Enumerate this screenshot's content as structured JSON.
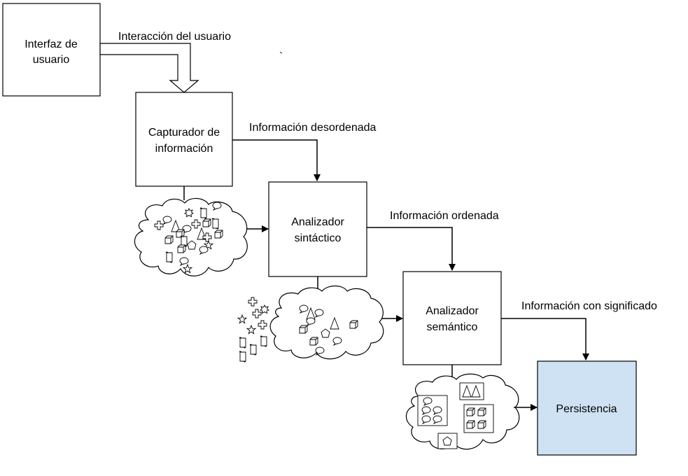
{
  "nodes": {
    "ui": [
      "Interfaz de",
      "usuario"
    ],
    "capture": [
      "Capturador de",
      "información"
    ],
    "syntax": [
      "Analizador",
      "sintáctico"
    ],
    "semantic": [
      "Analizador",
      "semántico"
    ],
    "persistence": [
      "Persistencia"
    ]
  },
  "edges": {
    "user_interaction": "Interacción del usuario",
    "raw_info": "Información desordenada",
    "ordered_info": "Información ordenada",
    "meaningful_info": "Información con significado"
  },
  "stray_mark": "`",
  "colors": {
    "persistence_fill": "#cfe2f3",
    "stroke": "#000000"
  }
}
